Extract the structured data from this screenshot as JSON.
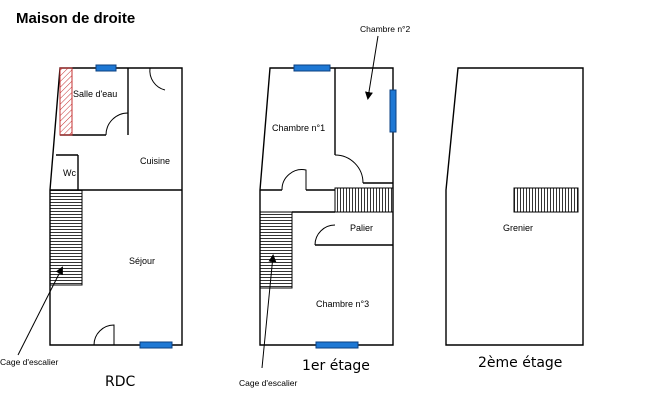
{
  "title": "Maison de droite",
  "rdc": {
    "label": "RDC",
    "rooms": {
      "salle_deau": "Salle d'eau",
      "cuisine": "Cuisine",
      "wc": "Wc",
      "sejour": "Séjour"
    },
    "stair_label": "Cage d'escalier"
  },
  "etage1": {
    "label": "1er étage",
    "rooms": {
      "chambre1": "Chambre n°1",
      "chambre2": "Chambre n°2",
      "palier": "Palier",
      "chambre3": "Chambre n°3"
    },
    "stair_label": "Cage d'escalier"
  },
  "etage2": {
    "label": "2ème étage",
    "rooms": {
      "grenier": "Grenier"
    }
  },
  "colors": {
    "window": "#1e78d4",
    "chimney": "#c43030",
    "walls": "#000000"
  }
}
